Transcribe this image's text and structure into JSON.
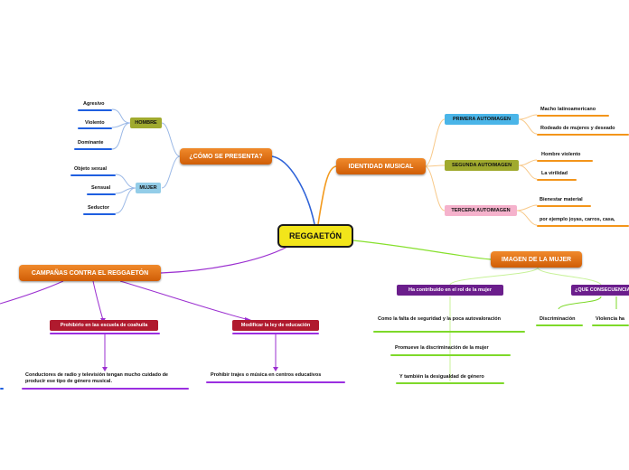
{
  "center": {
    "label": "REGGAETÓN"
  },
  "presenta": {
    "label": "¿CÓMO SE PRESENTA?",
    "hombre": {
      "label": "HOMBRE",
      "items": [
        "Agresivo",
        "Violento",
        "Dominante"
      ]
    },
    "mujer": {
      "label": "MUJER",
      "items": [
        "Objeto sexual",
        "Sensual",
        "Seductor"
      ]
    }
  },
  "identidad": {
    "label": "IDENTIDAD MUSICAL",
    "primera": {
      "label": "PRIMERA AUTOIMAGEN",
      "items": [
        "Macho latinoamericano",
        "Rodeado de mujeres y deseado"
      ]
    },
    "segunda": {
      "label": "SEGUNDA AUTOIMAGEN",
      "items": [
        "Hombre violento",
        "La virilidad"
      ]
    },
    "tercera": {
      "label": "TERCERA AUTOIMAGEN",
      "items": [
        "Bienestar material",
        "por ejemplo joyas, carros, casa,"
      ]
    }
  },
  "imagen": {
    "label": "IMAGEN DE LA MUJER",
    "contribuido": {
      "label": "Ha contribuido en el rol de la mujer",
      "items": [
        "Como la falta de seguridad y la poca autovaloración",
        "Promueve la discriminación de la mujer",
        "Y también la desigualdad de género"
      ]
    },
    "consecuencias": {
      "label": "¿QUE CONSECUENCIAS",
      "items": [
        "Discriminación",
        "Violencia ha"
      ]
    }
  },
  "campanas": {
    "label": "CAMPAÑAS CONTRA EL REGGAETÓN",
    "coahuila": {
      "label": "Prohibirlo en las escuela de coahuila",
      "item": "Conductores de radio y televisión tengan mucho cuidado de producir ese tipo de género musical."
    },
    "ley": {
      "label": "Modificar la ley de educación",
      "item": "Prohibir trajes o música en centros educativos"
    }
  },
  "colors": {
    "blue_branch": "#2f63d8",
    "orange_branch": "#f39a1e",
    "green_branch": "#86e02c",
    "purple_branch": "#9b2fd0",
    "blue_underline": "#1f5fe0",
    "orange_underline": "#f3951a",
    "green_underline": "#7ed92a",
    "purple_underline": "#9b2fe0"
  }
}
